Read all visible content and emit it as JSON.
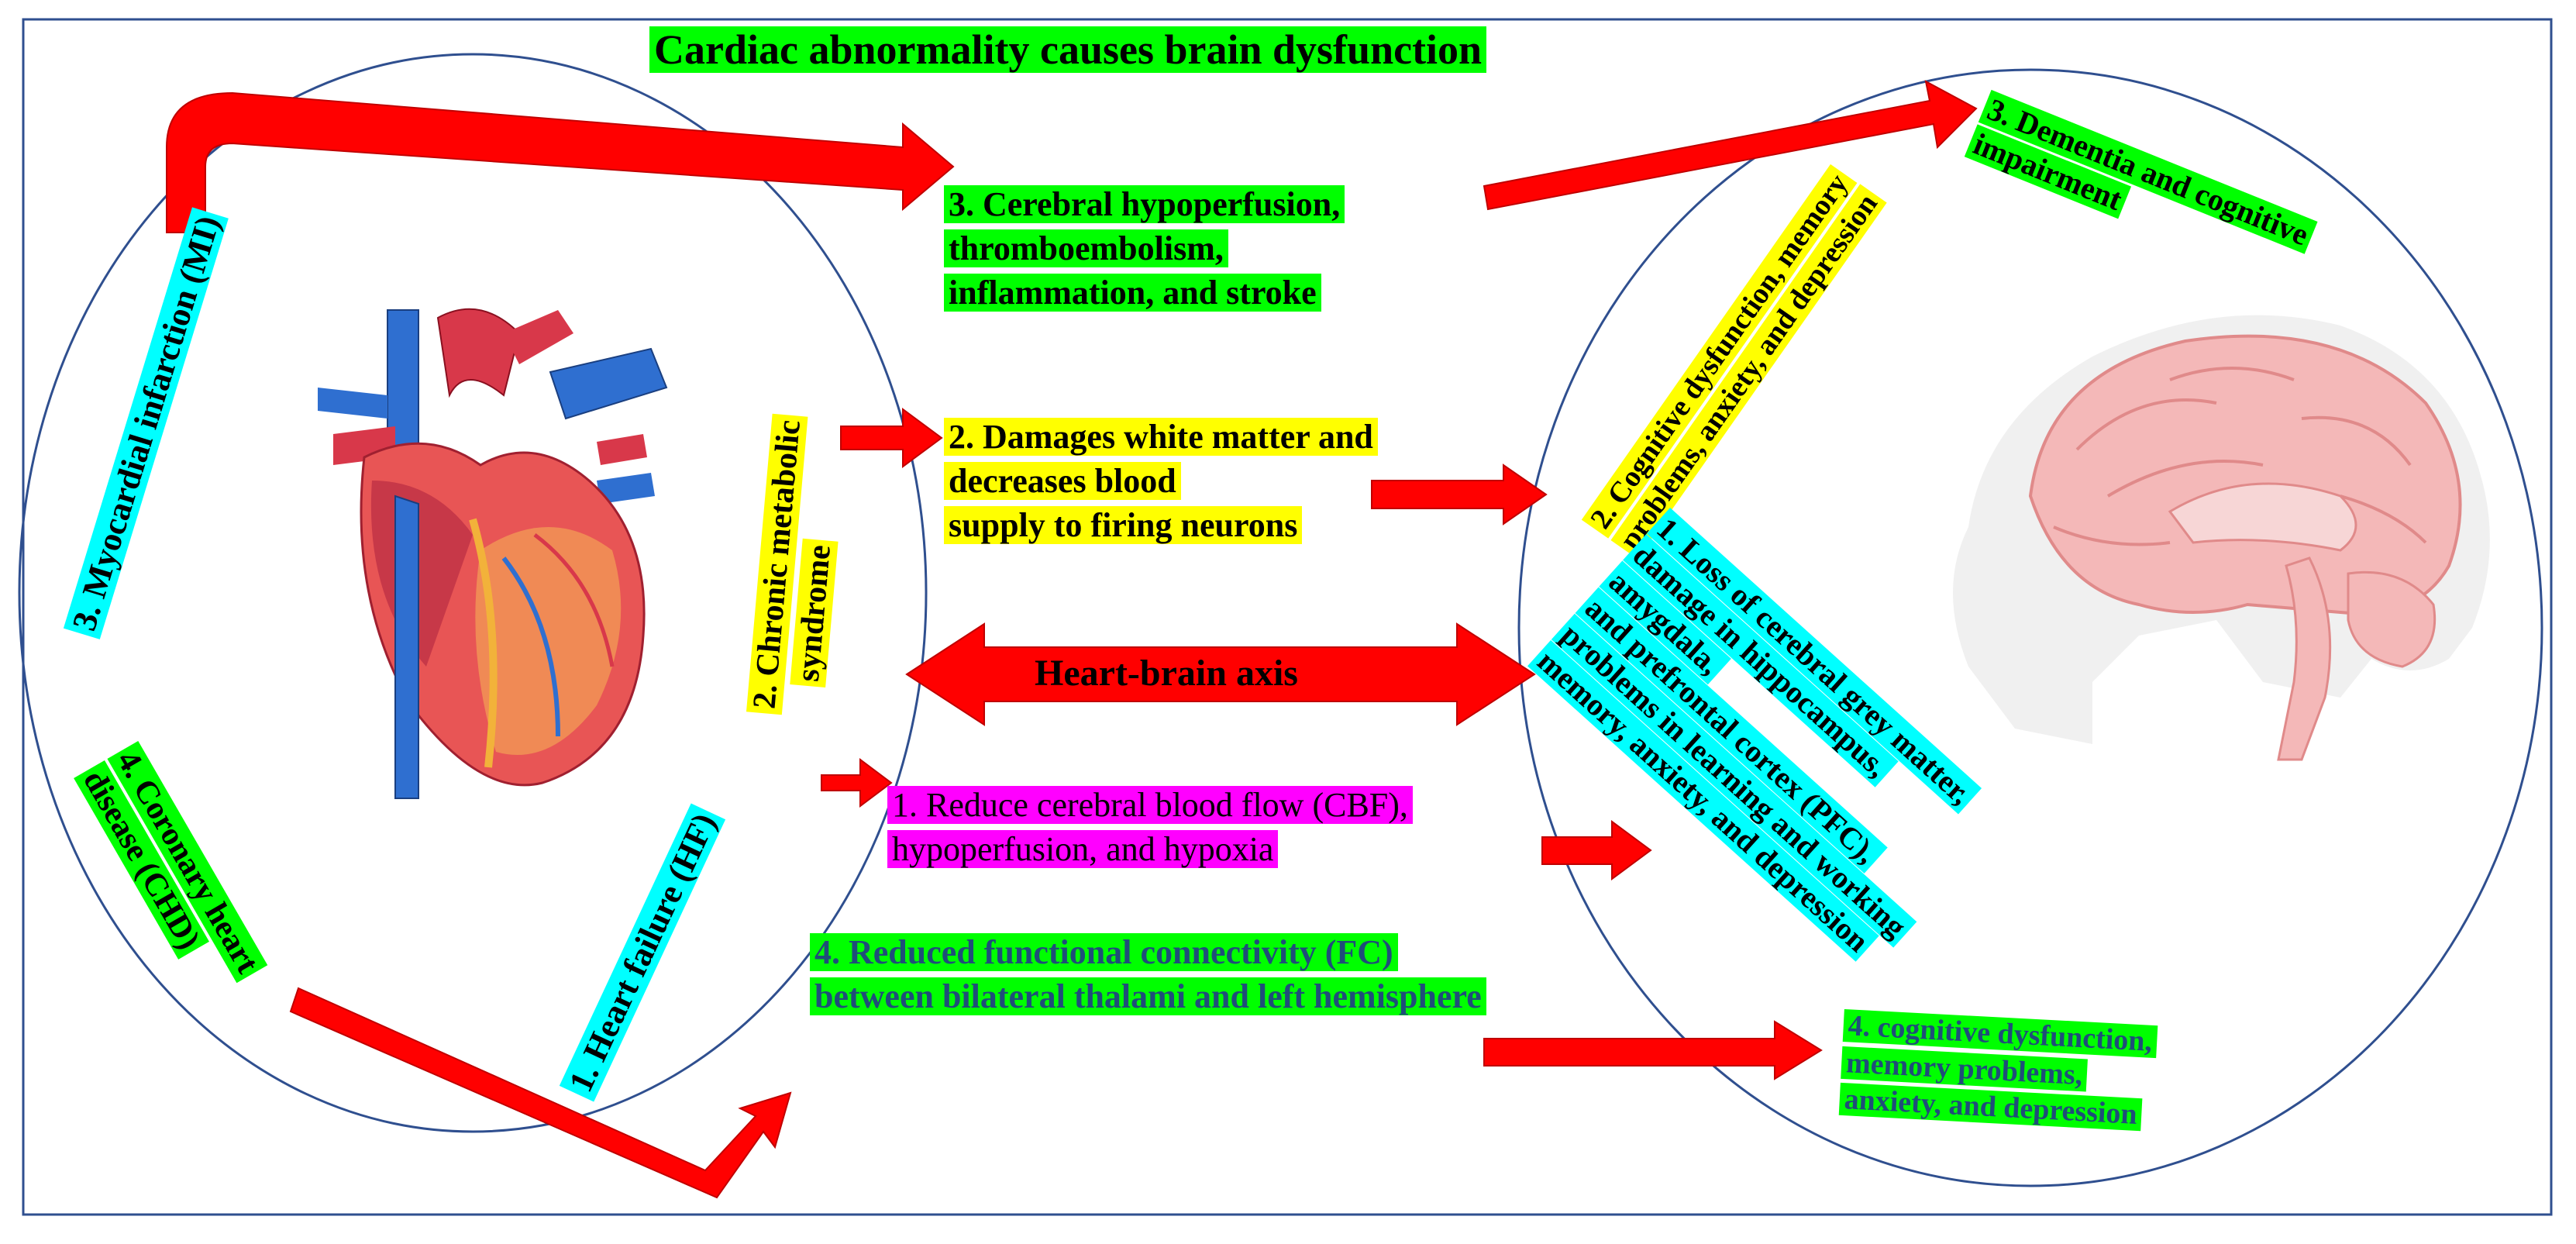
{
  "title": "Cardiac abnormality causes brain dysfunction",
  "axis_label": "Heart-brain axis",
  "heart_conditions": {
    "mi": "3. Myocardial infarction (MI)",
    "cms_line1": "2. Chronic metabolic",
    "cms_line2": "syndrome",
    "chd_line1": "4. Coronary heart",
    "chd_line2": "disease (CHD)",
    "hf": "1. Heart failure (HF)"
  },
  "mechanisms": {
    "m3": [
      "3. Cerebral hypoperfusion,",
      "thromboembolism,",
      "inflammation,  and stroke"
    ],
    "m2": [
      "2. Damages white matter and",
      "decreases blood",
      "supply to firing neurons"
    ],
    "m1": [
      "1. Reduce cerebral blood flow (CBF),",
      "hypoperfusion,  and hypoxia"
    ],
    "m4": [
      "4. Reduced functional connectivity (FC)",
      "between bilateral thalami and left hemisphere"
    ]
  },
  "brain_outcomes": {
    "o3": [
      "3. Dementia and cognitive",
      "impairment"
    ],
    "o2": [
      "2. Cognitive dysfunction, memory",
      "problems, anxiety, and depression"
    ],
    "o1": [
      "1. Loss of cerebral grey matter,",
      "damage in hippocampus,",
      "amygdala,",
      "and prefrontal cortex (PFC),",
      "problems in learning and working",
      "memory, anxiety, and depression"
    ],
    "o4": [
      "4. cognitive dysfunction,",
      "memory problems,",
      "anxiety, and depression"
    ]
  },
  "colors": {
    "arrow": "#ff0000",
    "circle": "#2f4f8f",
    "green": "#00ff00",
    "yellow": "#ffff00",
    "cyan": "#00ffff",
    "magenta": "#ff00ff"
  },
  "icons": {
    "heart": "heart-icon",
    "brain": "brain-icon"
  }
}
